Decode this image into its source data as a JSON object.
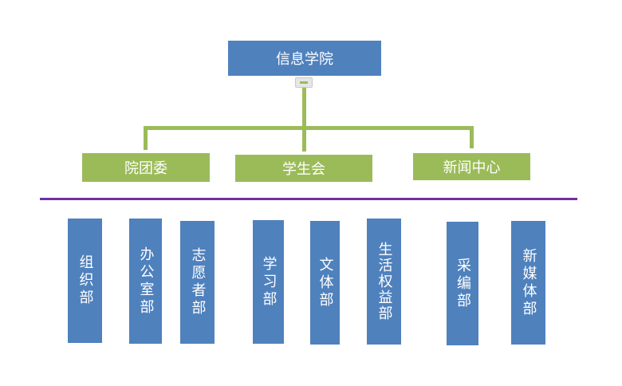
{
  "root": {
    "label": "信息学院"
  },
  "level2": [
    {
      "label": "院团委"
    },
    {
      "label": "学生会"
    },
    {
      "label": "新闻中心"
    }
  ],
  "departments": [
    {
      "label": "组织部"
    },
    {
      "label": "办公室部"
    },
    {
      "label": "志愿者部"
    },
    {
      "label": "学习部"
    },
    {
      "label": "文体部"
    },
    {
      "label": "生活权益部"
    },
    {
      "label": "采编部"
    },
    {
      "label": "新媒体部"
    }
  ],
  "colors": {
    "blue": "#4f81bd",
    "green": "#9bbb59",
    "divider": "#7030a0"
  },
  "icons": {
    "collapse": "minus-collapse-icon"
  }
}
